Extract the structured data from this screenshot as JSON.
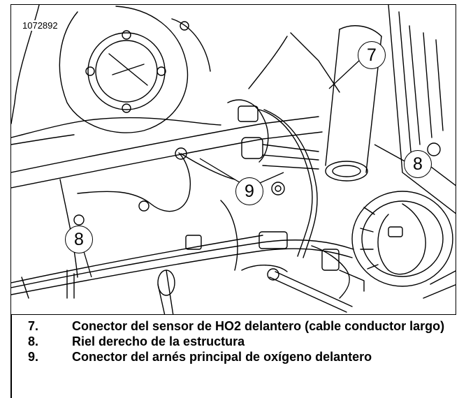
{
  "figure": {
    "id": "1072892",
    "callouts": [
      "7",
      "8",
      "8",
      "9"
    ]
  },
  "legend": [
    {
      "num": "7.",
      "text": "Conector del sensor de HO2 delantero (cable conductor largo)"
    },
    {
      "num": "8.",
      "text": "Riel derecho de la estructura"
    },
    {
      "num": "9.",
      "text": "Conector del arnés principal de oxígeno delantero"
    }
  ]
}
